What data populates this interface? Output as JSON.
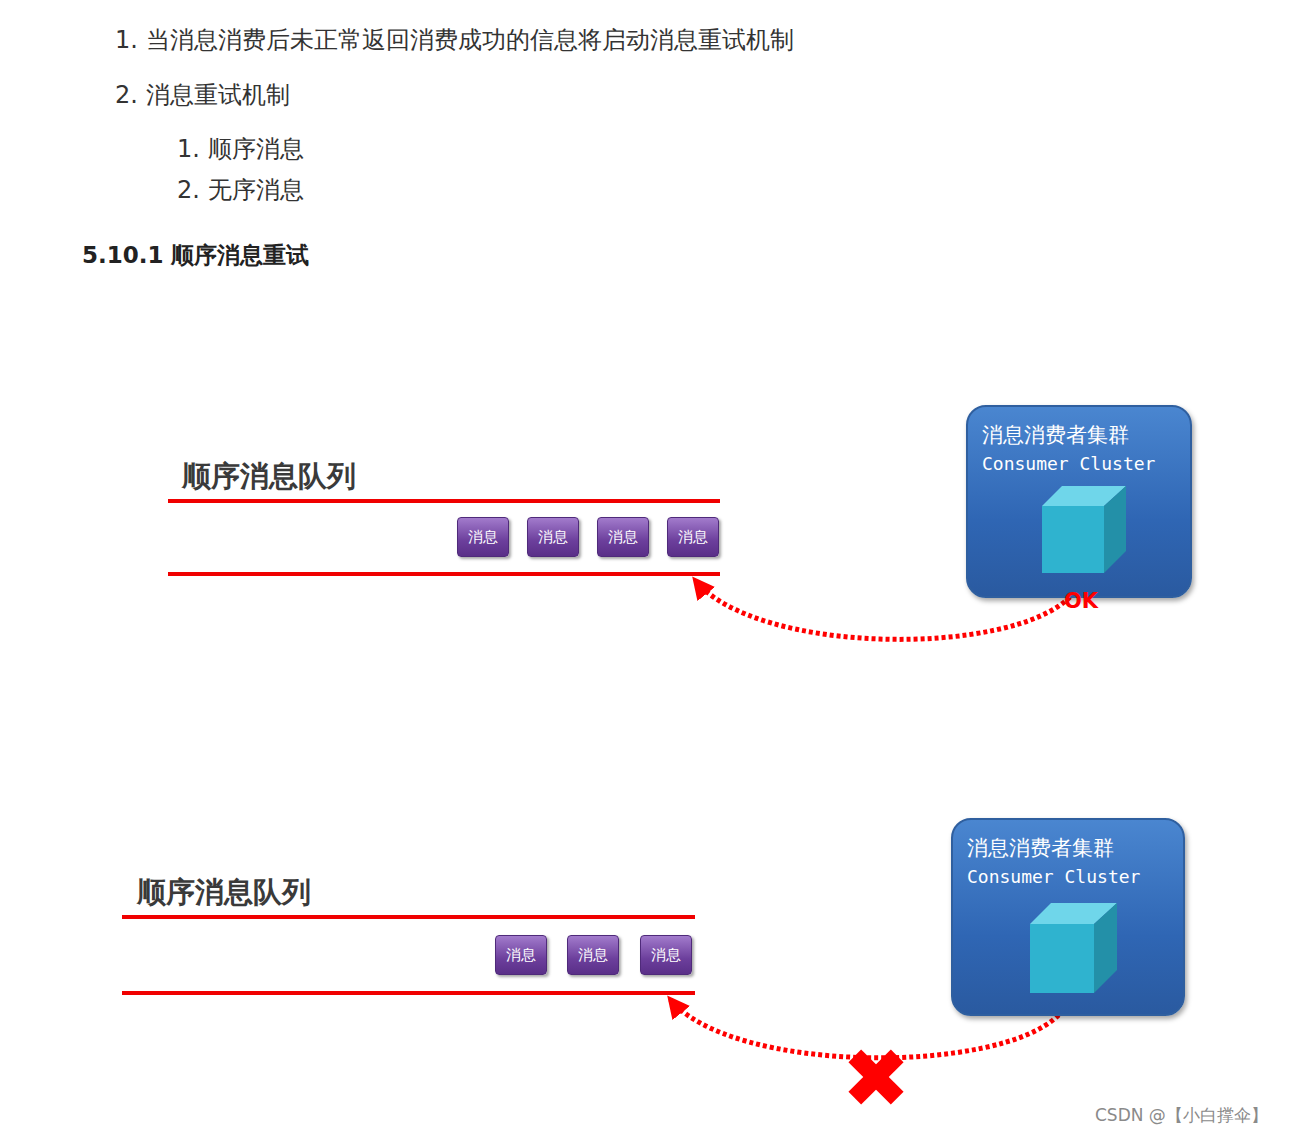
{
  "diagram": {
    "title": "5.10.1 顺序消息重试",
    "nodes": [
      {
        "text": [
          "顺序消息队列"
        ]
      },
      {
        "text": [
          "消息"
        ],
        "in": 0
      },
      {
        "text": [
          "消息"
        ],
        "in": 0
      },
      {
        "text": [
          "消息"
        ],
        "in": 0
      },
      {
        "text": [
          "消息"
        ],
        "in": 0
      },
      {
        "text": [
          "消息消费者集群",
          "Consumer Cluster"
        ]
      },
      {
        "text": [
          "顺序消息队列"
        ]
      },
      {
        "text": [
          "消息"
        ],
        "in": 6
      },
      {
        "text": [
          "消息"
        ],
        "in": 6
      },
      {
        "text": [
          "消息"
        ],
        "in": 6
      },
      {
        "text": [
          "消息消费者集群",
          "Consumer Cluster"
        ]
      }
    ],
    "edges": [
      {
        "from": 5,
        "to": 0,
        "arrow": "to",
        "label": "OK"
      },
      {
        "from": 10,
        "to": 6,
        "arrow": "to"
      }
    ],
    "labels": [
      "1. 当消息消费后未正常返回消费成功的信息将启动消息重试机制",
      "2. 消息重试机制",
      "1. 顺序消息",
      "2. 无序消息",
      "CSDN @【小白撑伞】"
    ]
  }
}
